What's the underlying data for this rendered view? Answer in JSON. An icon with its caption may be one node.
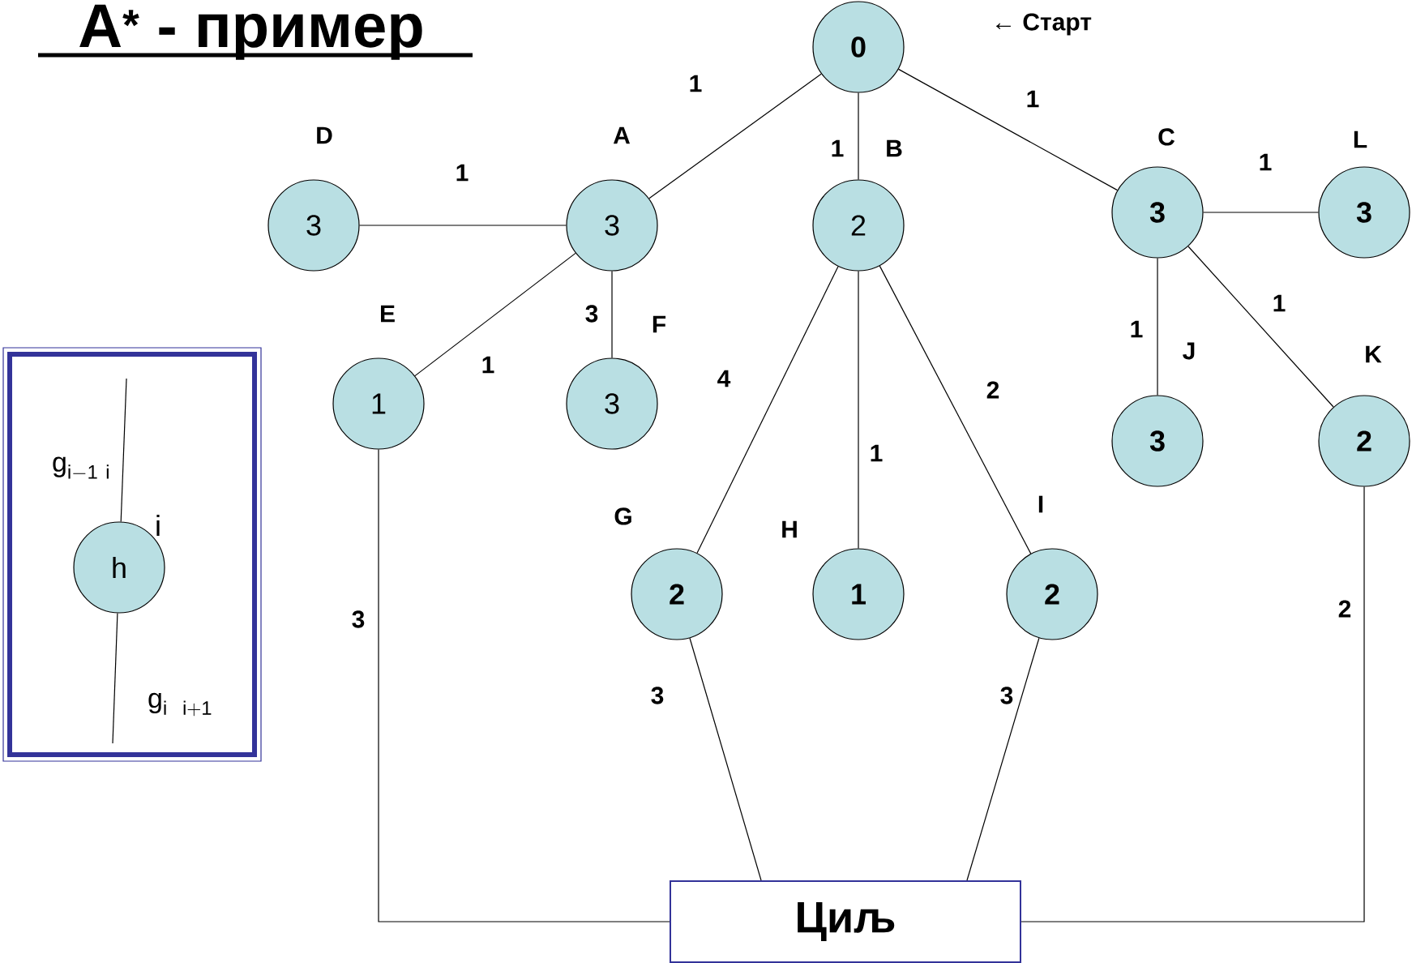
{
  "diagram": {
    "title": "A$^{*}$ - пример",
    "nodes": [
      {
        "text": [
          "0"
        ],
        "beside": [
          "← Старт"
        ]
      },
      {
        "text": [
          "3"
        ],
        "beside": [
          "D"
        ]
      },
      {
        "text": [
          "3"
        ],
        "beside": [
          "A"
        ]
      },
      {
        "text": [
          "2"
        ],
        "beside": [
          "B"
        ]
      },
      {
        "text": [
          "3"
        ],
        "beside": [
          "C"
        ]
      },
      {
        "text": [
          "3"
        ],
        "beside": [
          "L"
        ]
      },
      {
        "text": [
          "1"
        ],
        "beside": [
          "E"
        ]
      },
      {
        "text": [
          "3"
        ],
        "beside": [
          "F"
        ]
      },
      {
        "text": [
          "3"
        ],
        "beside": [
          "J"
        ]
      },
      {
        "text": [
          "2"
        ],
        "beside": [
          "K"
        ]
      },
      {
        "text": [
          "2"
        ],
        "beside": [
          "G"
        ]
      },
      {
        "text": [
          "1"
        ],
        "beside": [
          "H"
        ]
      },
      {
        "text": [
          "2"
        ],
        "beside": [
          "I"
        ]
      },
      {
        "text": [
          "Циљ"
        ]
      },
      {
        "text": [],
        "shape": "box"
      },
      {
        "text": [
          "h"
        ],
        "beside": [
          "i"
        ],
        "in": 14
      }
    ],
    "edges": [
      {
        "from": 0,
        "to": 2,
        "arrow": "none",
        "label": "1"
      },
      {
        "from": 0,
        "to": 3,
        "arrow": "none",
        "label": "1"
      },
      {
        "from": 0,
        "to": 4,
        "arrow": "none",
        "label": "1"
      },
      {
        "from": 1,
        "to": 2,
        "arrow": "none",
        "label": "1"
      },
      {
        "from": 2,
        "to": 6,
        "arrow": "none",
        "label": "1"
      },
      {
        "from": 2,
        "to": 7,
        "arrow": "none",
        "label": "3"
      },
      {
        "from": 3,
        "to": 10,
        "arrow": "none",
        "label": "4"
      },
      {
        "from": 3,
        "to": 11,
        "arrow": "none",
        "label": "1"
      },
      {
        "from": 3,
        "to": 12,
        "arrow": "none",
        "label": "2"
      },
      {
        "from": 4,
        "to": 5,
        "arrow": "none",
        "label": "1"
      },
      {
        "from": 4,
        "to": 8,
        "arrow": "none",
        "label": "1"
      },
      {
        "from": 4,
        "to": 9,
        "arrow": "none",
        "label": "1"
      },
      {
        "from": 6,
        "to": 13,
        "arrow": "none",
        "label": "3"
      },
      {
        "from": 10,
        "to": 13,
        "arrow": "none",
        "label": "3"
      },
      {
        "from": 12,
        "to": 13,
        "arrow": "none",
        "label": "3"
      },
      {
        "from": 9,
        "to": 13,
        "arrow": "none",
        "label": "2"
      },
      {
        "from": null,
        "to": 15,
        "arrow": "none",
        "label": "\\mathrm{g}_{\\mathrm{i-1\\ i}}"
      },
      {
        "from": 15,
        "to": null,
        "arrow": "none",
        "label": "\\mathrm{g}_{\\mathrm{i\\ \\ i+1}}"
      }
    ]
  }
}
